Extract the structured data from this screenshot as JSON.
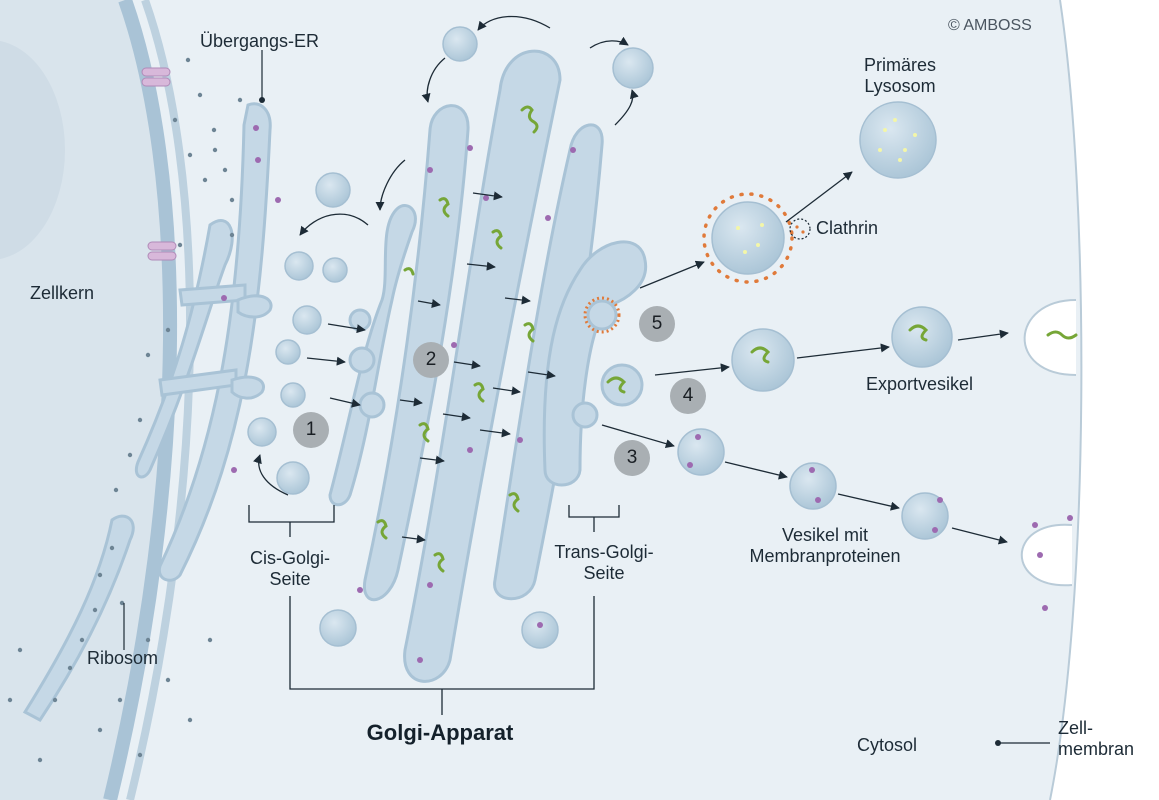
{
  "copyright": "© AMBOSS",
  "title": "Golgi-Apparat",
  "labels": {
    "uebergangs_er": "Übergangs-ER",
    "zellkern": "Zellkern",
    "ribosom": "Ribosom",
    "cis_golgi": [
      "Cis-Golgi-",
      "Seite"
    ],
    "trans_golgi": [
      "Trans-Golgi-",
      "Seite"
    ],
    "primaeres_lysosom": [
      "Primäres",
      "Lysosom"
    ],
    "clathrin": "Clathrin",
    "exportvesikel": "Exportvesikel",
    "vesikel_membranproteine": [
      "Vesikel mit",
      "Membranproteinen"
    ],
    "cytosol": "Cytosol",
    "zellmembran": [
      "Zell-",
      "membran"
    ]
  },
  "steps": [
    "1",
    "2",
    "3",
    "4",
    "5"
  ],
  "colors": {
    "cytosol": "#e8eff4",
    "membrane": "#a9c3d6",
    "lumen": "#c5d8e6",
    "nucleus": "#dbe5ec",
    "protein": "#9d6ab0",
    "cargo": "#76a637",
    "clathrin": "#e07a3a",
    "ribosome": "#6d8494"
  }
}
